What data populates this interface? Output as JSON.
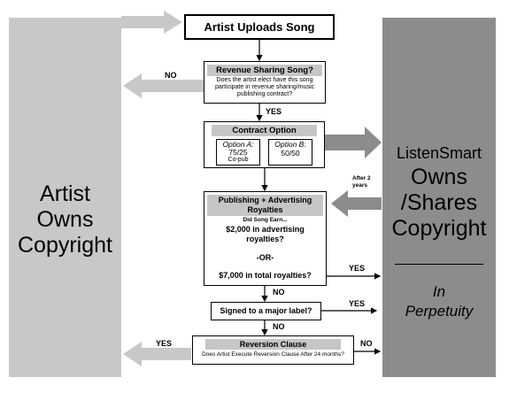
{
  "left_column": {
    "lines": [
      "Artist",
      "Owns",
      "Copyright"
    ]
  },
  "right_column": {
    "brand": "ListenSmart",
    "lines": [
      "Owns",
      "/Shares",
      "Copyright"
    ],
    "perpetuity": [
      "In",
      "Perpetuity"
    ]
  },
  "nodes": {
    "upload": {
      "title": "Artist Uploads Song"
    },
    "revenue": {
      "title": "Revenue Sharing Song?",
      "desc": "Does the artist elect have this song participate in revenue sharing/music publishing contract?"
    },
    "contract": {
      "title": "Contract Option",
      "option_a": {
        "name": "Option A:",
        "split": "75/25",
        "note": "Co-pub"
      },
      "option_b": {
        "name": "Option B:",
        "split": "50/50"
      }
    },
    "publishing": {
      "title": "Publishing + Advertising Royalties",
      "prompt": "Did Song Earn...",
      "line1": "$2,000 in advertising royalties?",
      "or": "-OR-",
      "line2": "$7,000 in total royalties?"
    },
    "major": {
      "title": "Signed to a major label?"
    },
    "reversion": {
      "title": "Reversion Clause",
      "desc": "Does Artist Execute Reversion Clause After 24 months?"
    }
  },
  "labels": {
    "no_revenue": "NO",
    "yes_revenue": "YES",
    "after_years": "After 2 years",
    "yes_pub": "YES",
    "no_pub": "NO",
    "yes_major": "YES",
    "no_major": "NO",
    "yes_reversion": "YES",
    "no_reversion": "NO"
  },
  "colors": {
    "left_bar": "#c8c8c8",
    "right_bar": "#8c8c8c",
    "header_fill": "#c6c6c6"
  }
}
